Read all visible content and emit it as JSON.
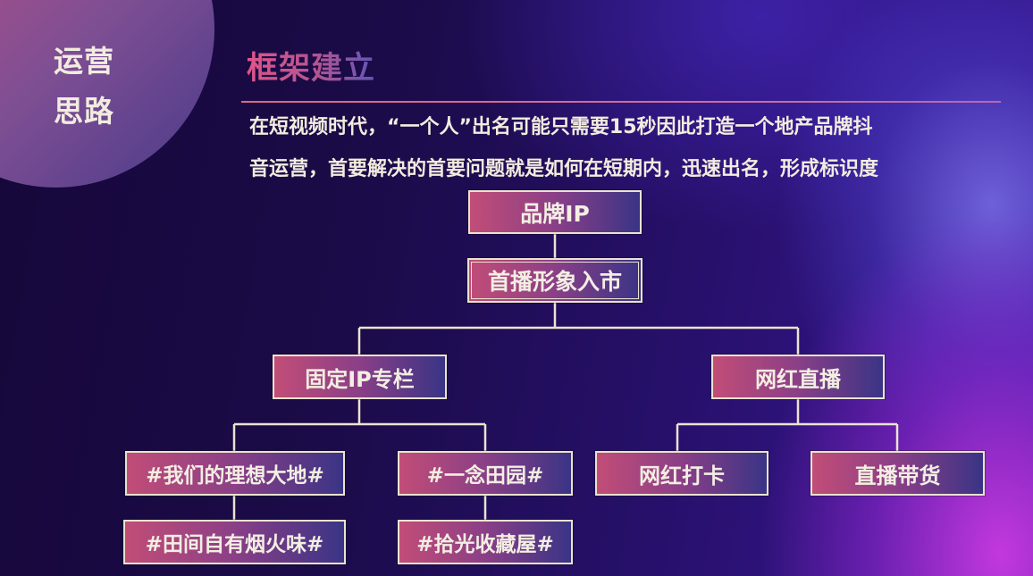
{
  "section_label": {
    "line1": "运营",
    "line2": "思路"
  },
  "heading": "框架建立",
  "intro": {
    "line1": "在短视频时代，“一个人”出名可能只需要15秒因此打造一个地产品牌抖",
    "line2": "音运营，首要解决的首要问题就是如何在短期内，迅速出名，形成标识度"
  },
  "tree": {
    "root": "品牌IP",
    "level1": "首播形象入市",
    "left_branch": {
      "label": "固定IP专栏",
      "children": [
        {
          "label": "#我们的理想大地#",
          "child": "#田间自有烟火味#"
        },
        {
          "label": "#一念田园#",
          "child": "#拾光收藏屋#"
        }
      ]
    },
    "right_branch": {
      "label": "网红直播",
      "children": [
        {
          "label": "网红打卡"
        },
        {
          "label": "直播带货"
        }
      ]
    }
  },
  "colors": {
    "node_gradient_start": "#c24d77",
    "node_gradient_end": "#3a3486",
    "node_border": "#ebe3d0",
    "text": "#f2ecdf",
    "heading_accent": "#e0558a"
  }
}
